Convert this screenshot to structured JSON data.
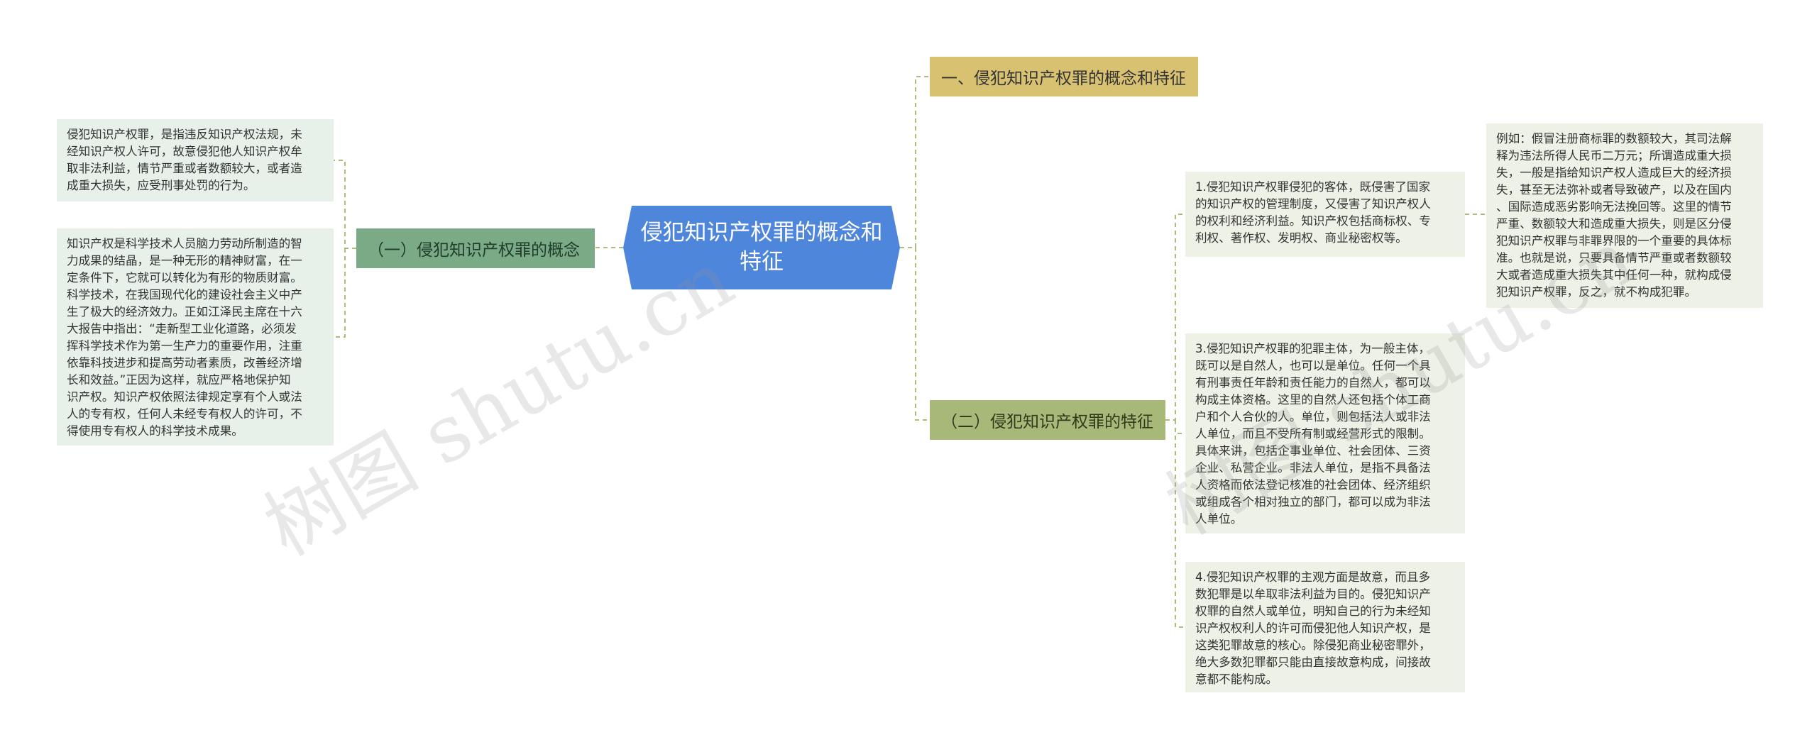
{
  "root": {
    "title": "侵犯知识产权罪的概念和\n特征"
  },
  "branches": {
    "b1": "一、侵犯知识产权罪的概念和特征",
    "b2": "（一）侵犯知识产权罪的概念",
    "b3": "（二）侵犯知识产权罪的特征"
  },
  "leaves": {
    "concept_def": "侵犯知识产权罪，是指违反知识产权法规，未\n经知识产权人许可，故意侵犯他人知识产权牟\n取非法利益，情节严重或者数额较大，或者造\n成重大损失，应受刑事处罚的行为。",
    "concept_ip": "知识产权是科学技术人员脑力劳动所制造的智\n力成果的结晶，是一种无形的精神财富，在一\n定条件下，它就可以转化为有形的物质财富。\n科学技术，在我国现代化的建设社会主义中产\n生了极大的经济效力。正如江泽民主席在十六\n大报告中指出：“走新型工业化道路，必须发\n挥科学技术作为第一生产力的重要作用，注重\n依靠科技进步和提高劳动者素质，改善经济增\n长和效益。”正因为这样，就应严格地保护知\n识产权。知识产权依照法律规定享有个人或法\n人的专有权，任何人未经专有权人的许可，不\n得使用专有权人的科学技术成果。",
    "feature_1": "1.侵犯知识产权罪侵犯的客体，既侵害了国家\n的知识产权的管理制度，又侵害了知识产权人\n的权利和经济利益。知识产权包括商标权、专\n利权、著作权、发明权、商业秘密权等。",
    "feature_1_example": "例如：假冒注册商标罪的数额较大，其司法解\n释为违法所得人民币二万元；所谓造成重大损\n失，一般是指给知识产权人造成巨大的经济损\n失，甚至无法弥补或者导致破产，以及在国内\n、国际造成恶劣影响无法挽回等。这里的情节\n严重、数额较大和造成重大损失，则是区分侵\n犯知识产权罪与非罪界限的一个重要的具体标\n准。也就是说，只要具备情节严重或者数额较\n大或者造成重大损失其中任何一种，就构成侵\n犯知识产权罪，反之，就不构成犯罪。",
    "feature_3": "3.侵犯知识产权罪的犯罪主体，为一般主体，\n既可以是自然人，也可以是单位。任何一个具\n有刑事责任年龄和责任能力的自然人，都可以\n构成主体资格。这里的自然人还包括个体工商\n户和个人合伙的人。单位，则包括法人或非法\n人单位，而且不受所有制或经营形式的限制。\n具体来讲，包括企事业单位、社会团体、三资\n企业、私营企业。非法人单位，是指不具备法\n人资格而依法登记核准的社会团体、经济组织\n或组成各个相对独立的部门，都可以成为非法\n人单位。",
    "feature_4": "4.侵犯知识产权罪的主观方面是故意，而且多\n数犯罪是以牟取非法利益为目的。侵犯知识产\n权罪的自然人或单位，明知自己的行为未经知\n识产权权利人的许可而侵犯他人知识产权，是\n这类犯罪故意的核心。除侵犯商业秘密罪外，\n绝大多数犯罪都只能由直接故意构成，间接故\n意都不能构成。"
  },
  "watermarks": {
    "left": "树图 shutu.cn",
    "right": "树图 shutu.cn"
  },
  "colors": {
    "root": "#4e86dc",
    "branch_1": "#d8c272",
    "branch_2": "#7aaa86",
    "branch_3": "#a8b878",
    "connector": "#a8c07a"
  }
}
